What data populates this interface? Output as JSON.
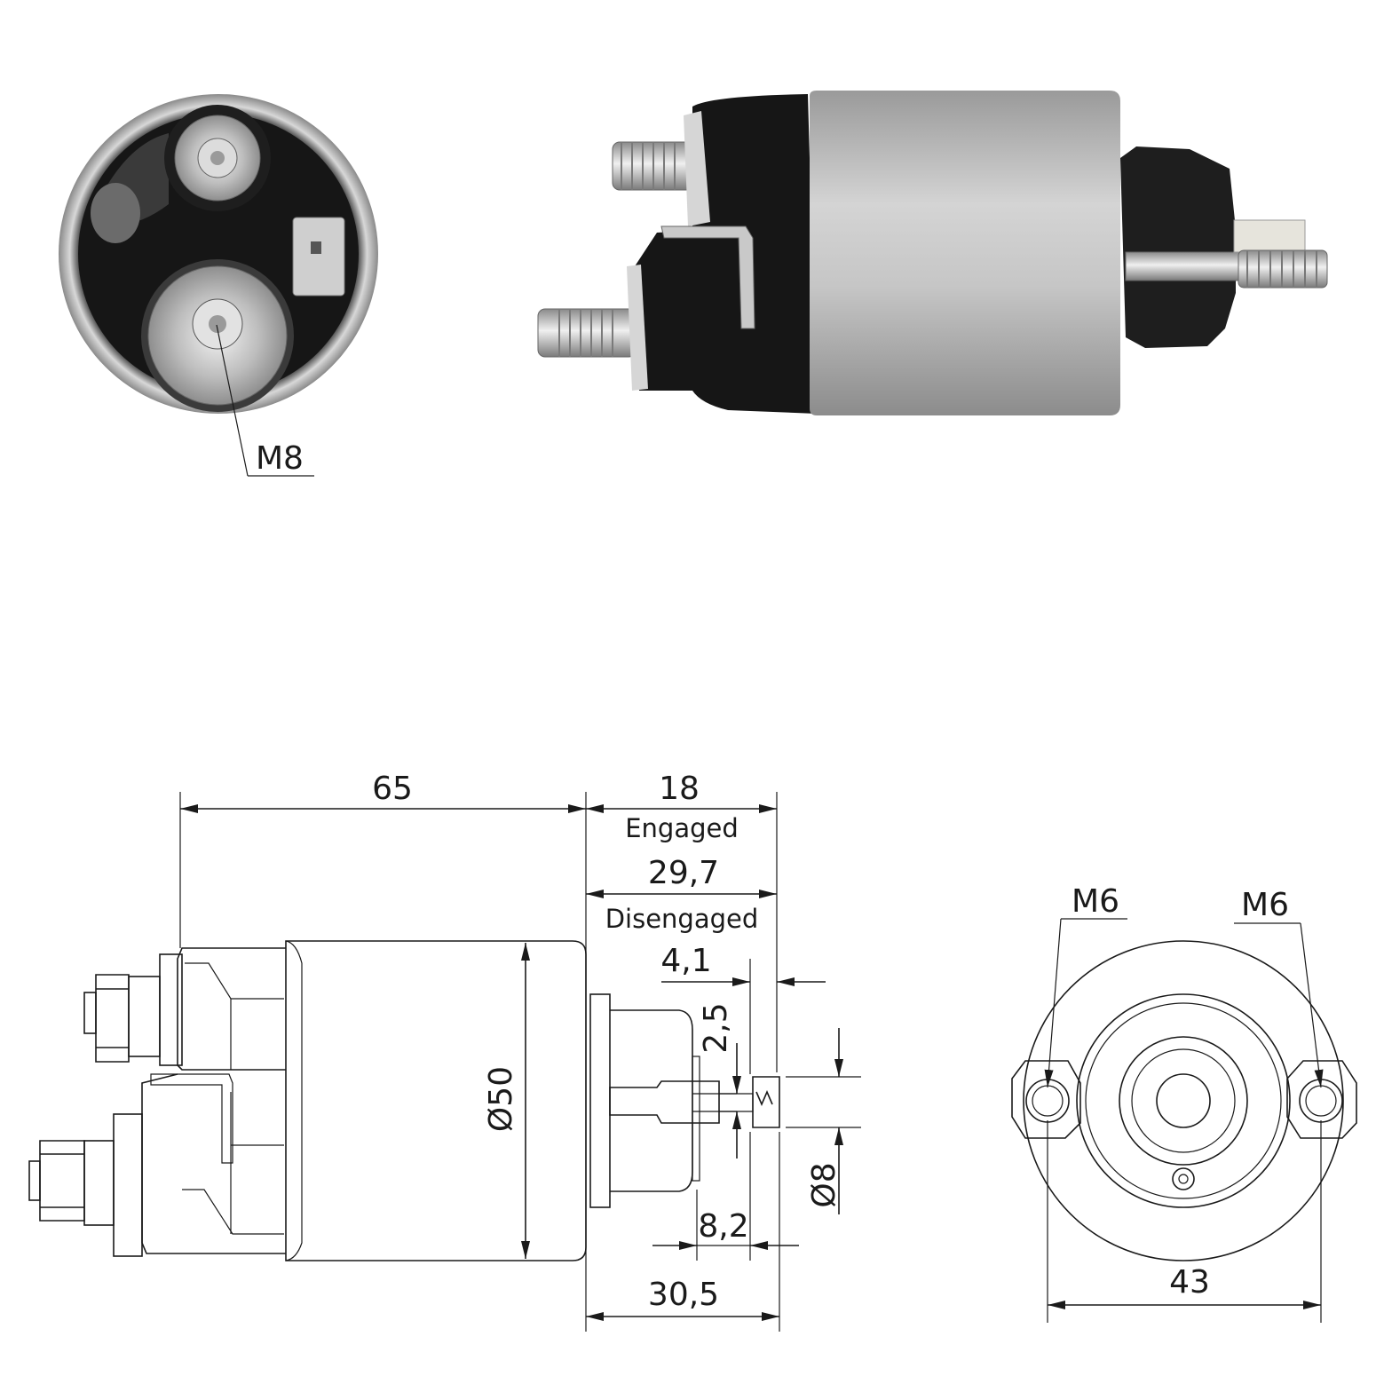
{
  "photos": {
    "front_view_label": "M8"
  },
  "side_drawing": {
    "length_body": "65",
    "stroke_engaged_value": "18",
    "stroke_engaged_label": "Engaged",
    "stroke_disengaged_value": "29,7",
    "stroke_disengaged_label": "Disengaged",
    "plunger_slot": "4,1",
    "plunger_gap": "2,5",
    "diameter_body": "Ø50",
    "plunger_diameter": "Ø8",
    "plunger_tip": "8,2",
    "overall_plunger": "30,5"
  },
  "end_drawing": {
    "thread_left": "M6",
    "thread_right": "M6",
    "hole_spacing": "43"
  },
  "colors": {
    "line": "#1a1a1a",
    "housing_silver": "#c4c4c4",
    "cap_black": "#151515",
    "terminal_metal": "#d8d8d8"
  }
}
